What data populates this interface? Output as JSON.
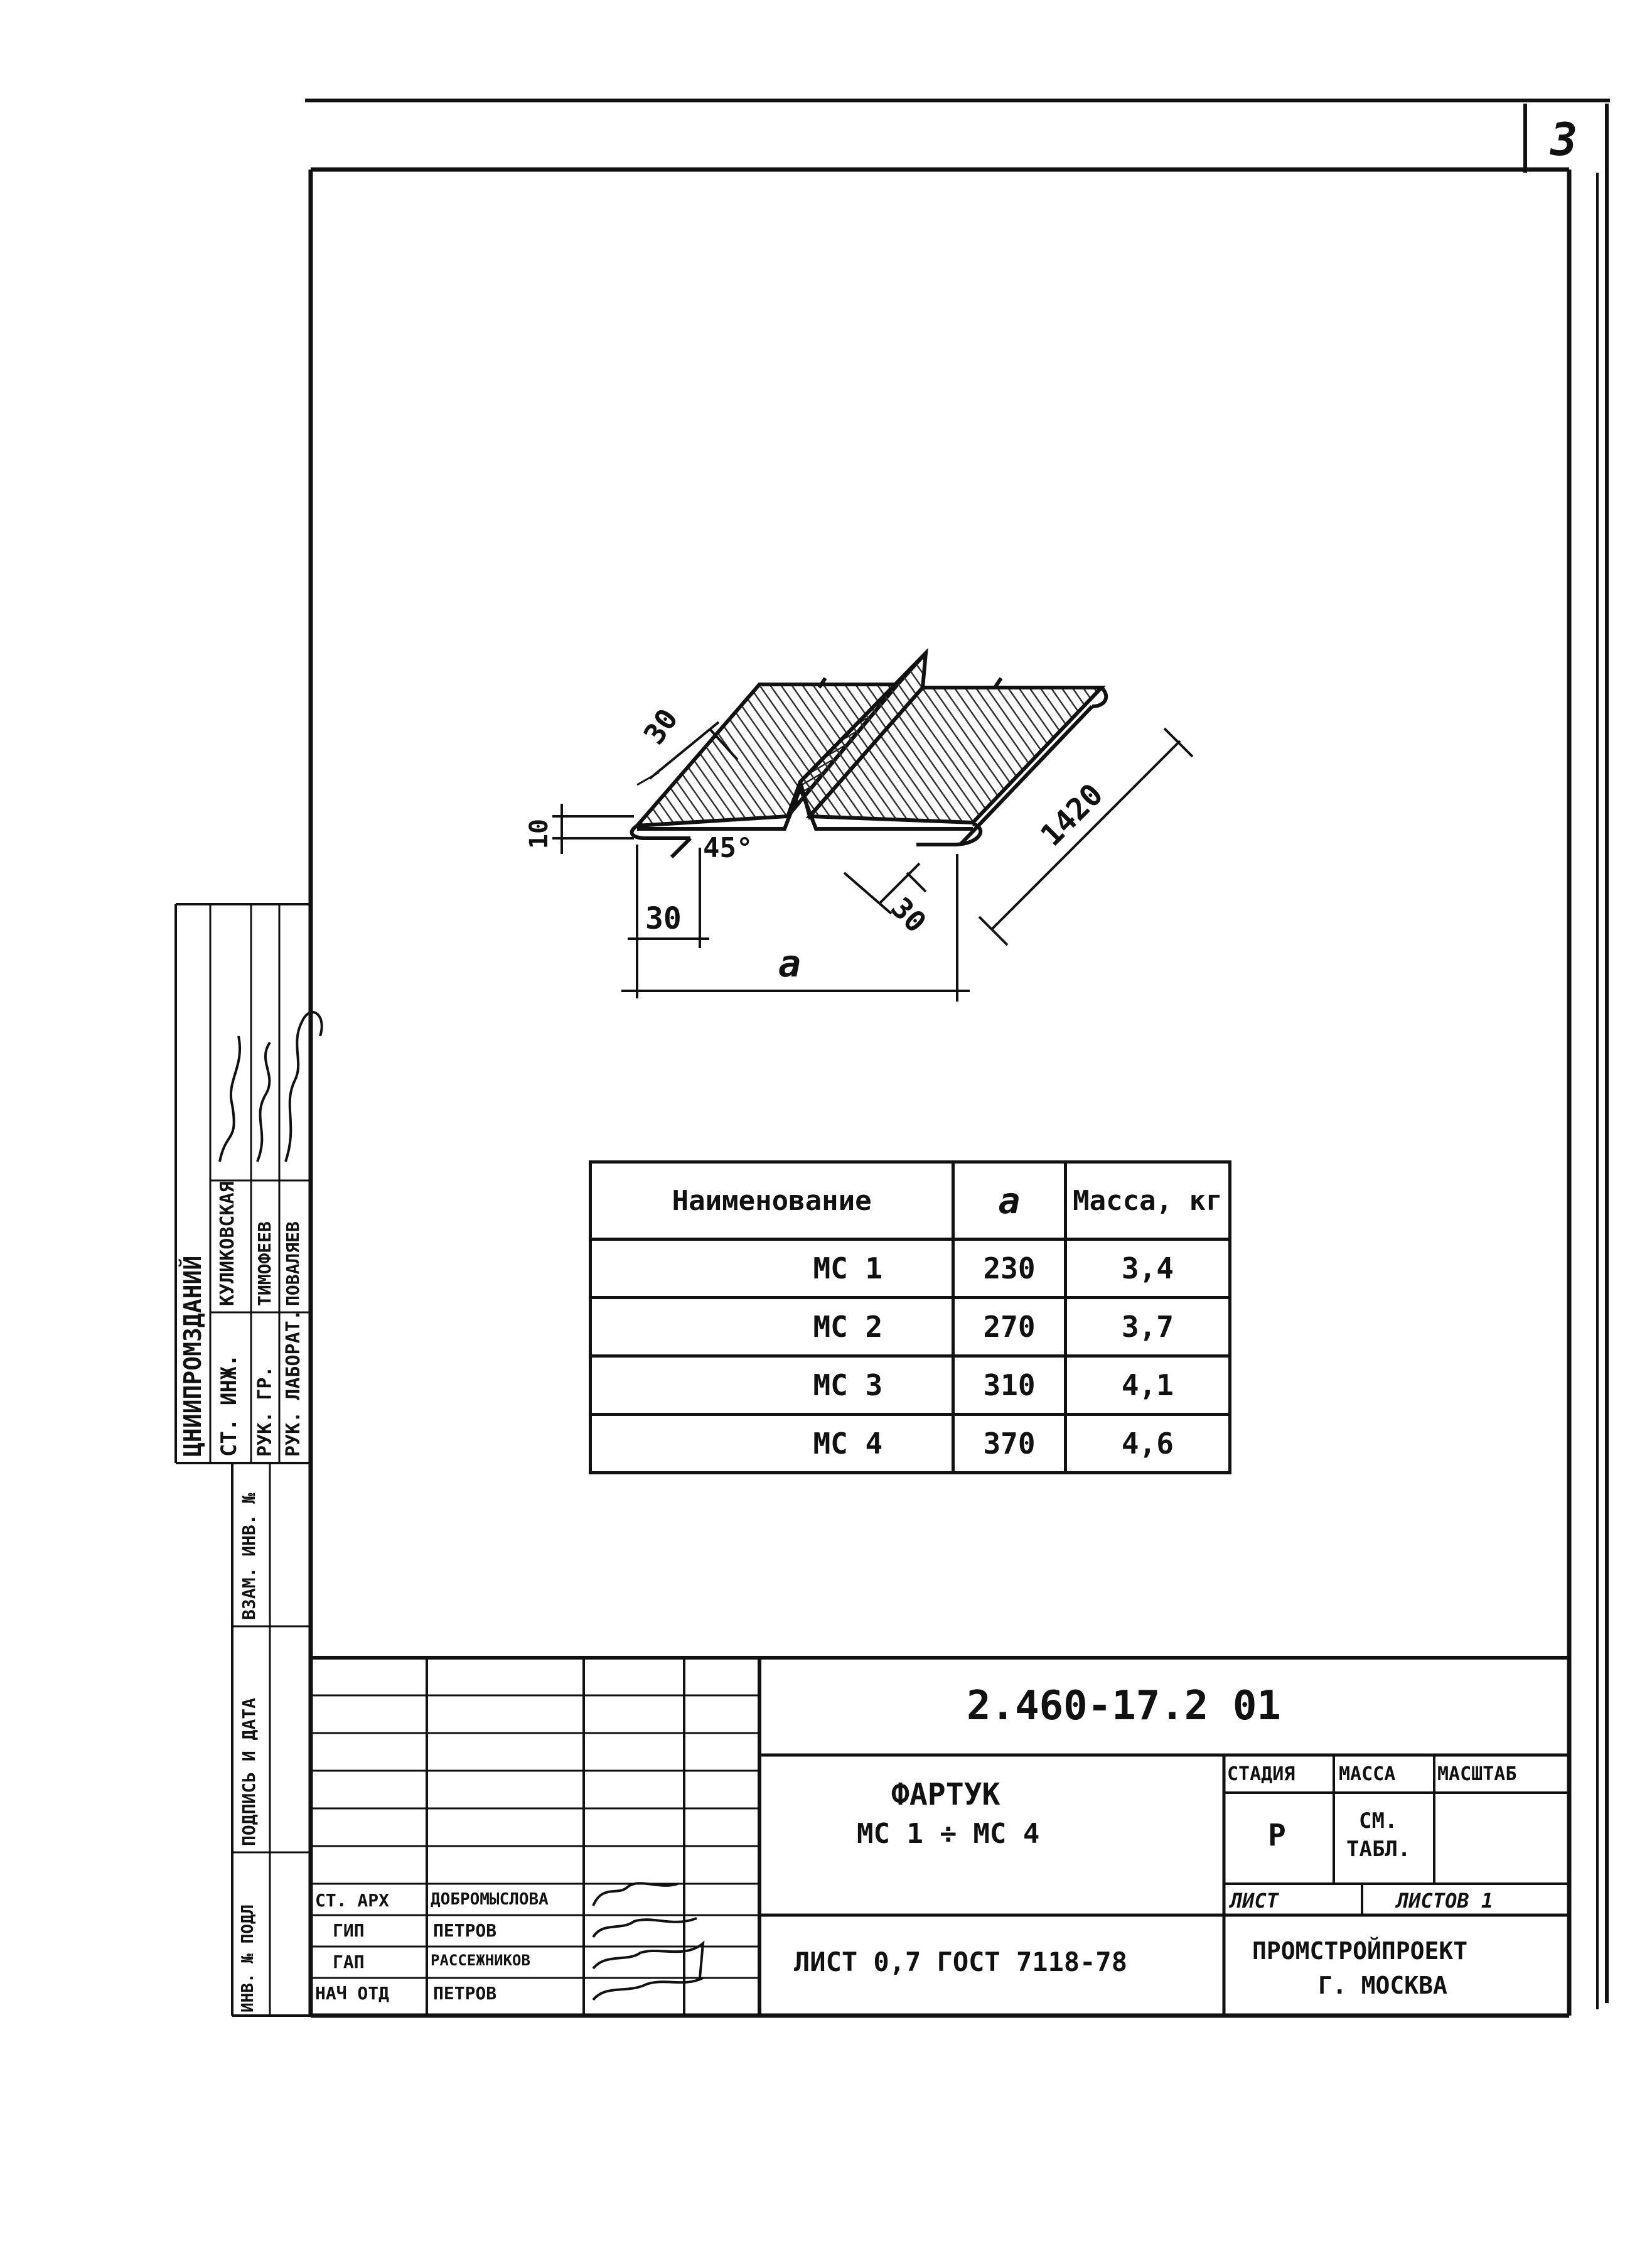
{
  "sheet_number": "3",
  "drawing": {
    "dim_30_top": "30",
    "dim_10": "10",
    "angle": "45°",
    "dim_1420": "1420",
    "dim_30_bottom_left": "30",
    "dim_30_right": "30",
    "dim_a": "a"
  },
  "table": {
    "headers": [
      "Наименование",
      "a",
      "Масса, кг"
    ],
    "rows": [
      {
        "name": "МС 1",
        "a": "230",
        "mass": "3,4"
      },
      {
        "name": "МС 2",
        "a": "270",
        "mass": "3,7"
      },
      {
        "name": "МС 3",
        "a": "310",
        "mass": "4,1"
      },
      {
        "name": "МС 4",
        "a": "370",
        "mass": "4,6"
      }
    ]
  },
  "left_stamp": {
    "org": "ЦНИИПРОМЗДАНИЙ",
    "roles": [
      "СТ. ИНЖ.",
      "РУК. ГР.",
      "РУК. ЛАБОРАТ."
    ],
    "names": [
      "КУЛИКОВСКАЯ",
      "ТИМОФЕЕВ",
      "ПОВАЛЯЕВ"
    ],
    "inv_labels": [
      "ВЗАМ. ИНВ. №",
      "ПОДПИСЬ И ДАТА",
      "ИНВ. № ПОДЛ"
    ]
  },
  "title_block": {
    "code": "2.460-17.2 01",
    "title_line1": "ФАРТУК",
    "title_line2": "МС 1 ÷ МС 4",
    "stage_label": "СТАДИЯ",
    "mass_label": "МАССА",
    "scale_label": "МАСШТАБ",
    "stage_value": "Р",
    "mass_value_line1": "СМ.",
    "mass_value_line2": "ТАБЛ.",
    "sheet_label": "ЛИСТ",
    "sheets_label": "ЛИСТОВ 1",
    "material": "ЛИСТ 0,7 ГОСТ 7118-78",
    "org_line1": "ПРОМСТРОЙПРОЕКТ",
    "org_line2": "Г. МОСКВА",
    "staff": [
      {
        "role": "СТ. АРХ",
        "name": "ДОБРОМЫСЛОВА"
      },
      {
        "role": "ГИП",
        "name": "ПЕТРОВ"
      },
      {
        "role": "ГАП",
        "name": "РАССЕЖНИКОВ"
      },
      {
        "role": "НАЧ ОТД",
        "name": "ПЕТРОВ"
      }
    ]
  }
}
